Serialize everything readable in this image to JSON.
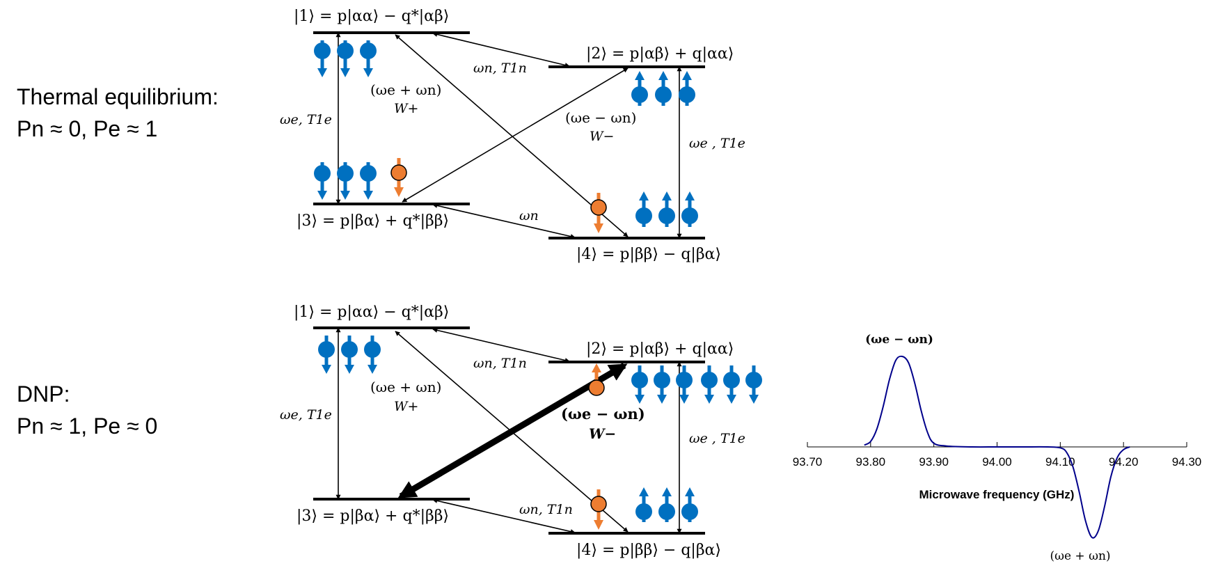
{
  "colors": {
    "blue": "#0070c0",
    "orange": "#ed7d31",
    "curve": "#00008b",
    "black": "#000000"
  },
  "panel_a": {
    "heading_line1": "Thermal equilibrium:",
    "heading_line2": "Pn ≈ 0, Pe ≈ 1",
    "state1": "|1⟩ = p|αα⟩ − q*|αβ⟩",
    "state2": "|2⟩ = p|αβ⟩ + q|αα⟩",
    "state3": "|3⟩ = p|βα⟩ + q*|ββ⟩",
    "state4": "|4⟩ = p|ββ⟩ − q|βα⟩",
    "label_we_t1e_left": "ωe, T1e",
    "label_we_t1e_right": "ωe , T1e",
    "label_wn_t1n": "ωn, T1n",
    "label_wn": "ωn",
    "label_sum": "(ωe + ωn)",
    "label_wplus": "W+",
    "label_diff": "(ωe − ωn)",
    "label_wminus": "W−"
  },
  "panel_b": {
    "heading_line1": "DNP:",
    "heading_line2": "Pn ≈ 1, Pe ≈ 0",
    "state1": "|1⟩ = p|αα⟩ − q*|αβ⟩",
    "state2": "|2⟩ = p|αβ⟩ + q|αα⟩",
    "state3": "|3⟩ = p|βα⟩ + q*|ββ⟩",
    "state4": "|4⟩ = p|ββ⟩ − q|βα⟩",
    "label_we_t1e_left": "ωe, T1e",
    "label_we_t1e_right": "ωe , T1e",
    "label_wn_t1n_top": "ωn, T1n",
    "label_wn_t1n_bottom": "ωn, T1n",
    "label_sum": "(ωe + ωn)",
    "label_wplus": "W+",
    "label_diff": "(ωe − ωn)",
    "label_wminus": "W−"
  },
  "chart_data": {
    "type": "line",
    "xlabel": "Microwave frequency (GHz)",
    "xlim": [
      93.7,
      94.3
    ],
    "tick_labels": [
      "93.70",
      "93.80",
      "93.90",
      "94.00",
      "94.10",
      "94.20",
      "94.30"
    ],
    "annotations": [
      "(ωe − ωn)",
      "(ωe + ωn)"
    ],
    "series": [
      {
        "x": [
          93.79,
          93.8,
          93.81,
          93.82,
          93.83,
          93.84,
          93.85,
          93.86,
          93.87,
          93.88,
          93.89,
          93.9,
          93.92,
          93.96,
          94.0,
          94.04,
          94.08,
          94.1,
          94.11,
          94.12,
          94.13,
          94.14,
          94.15,
          94.16,
          94.17,
          94.18,
          94.19,
          94.2,
          94.21
        ],
        "y": [
          0.02,
          0.06,
          0.2,
          0.45,
          0.75,
          0.96,
          1.0,
          0.93,
          0.7,
          0.4,
          0.16,
          0.04,
          0.01,
          0.0,
          0.0,
          0.0,
          0.0,
          -0.01,
          -0.06,
          -0.22,
          -0.5,
          -0.82,
          -1.0,
          -0.93,
          -0.66,
          -0.33,
          -0.12,
          -0.03,
          0.0
        ]
      }
    ]
  }
}
